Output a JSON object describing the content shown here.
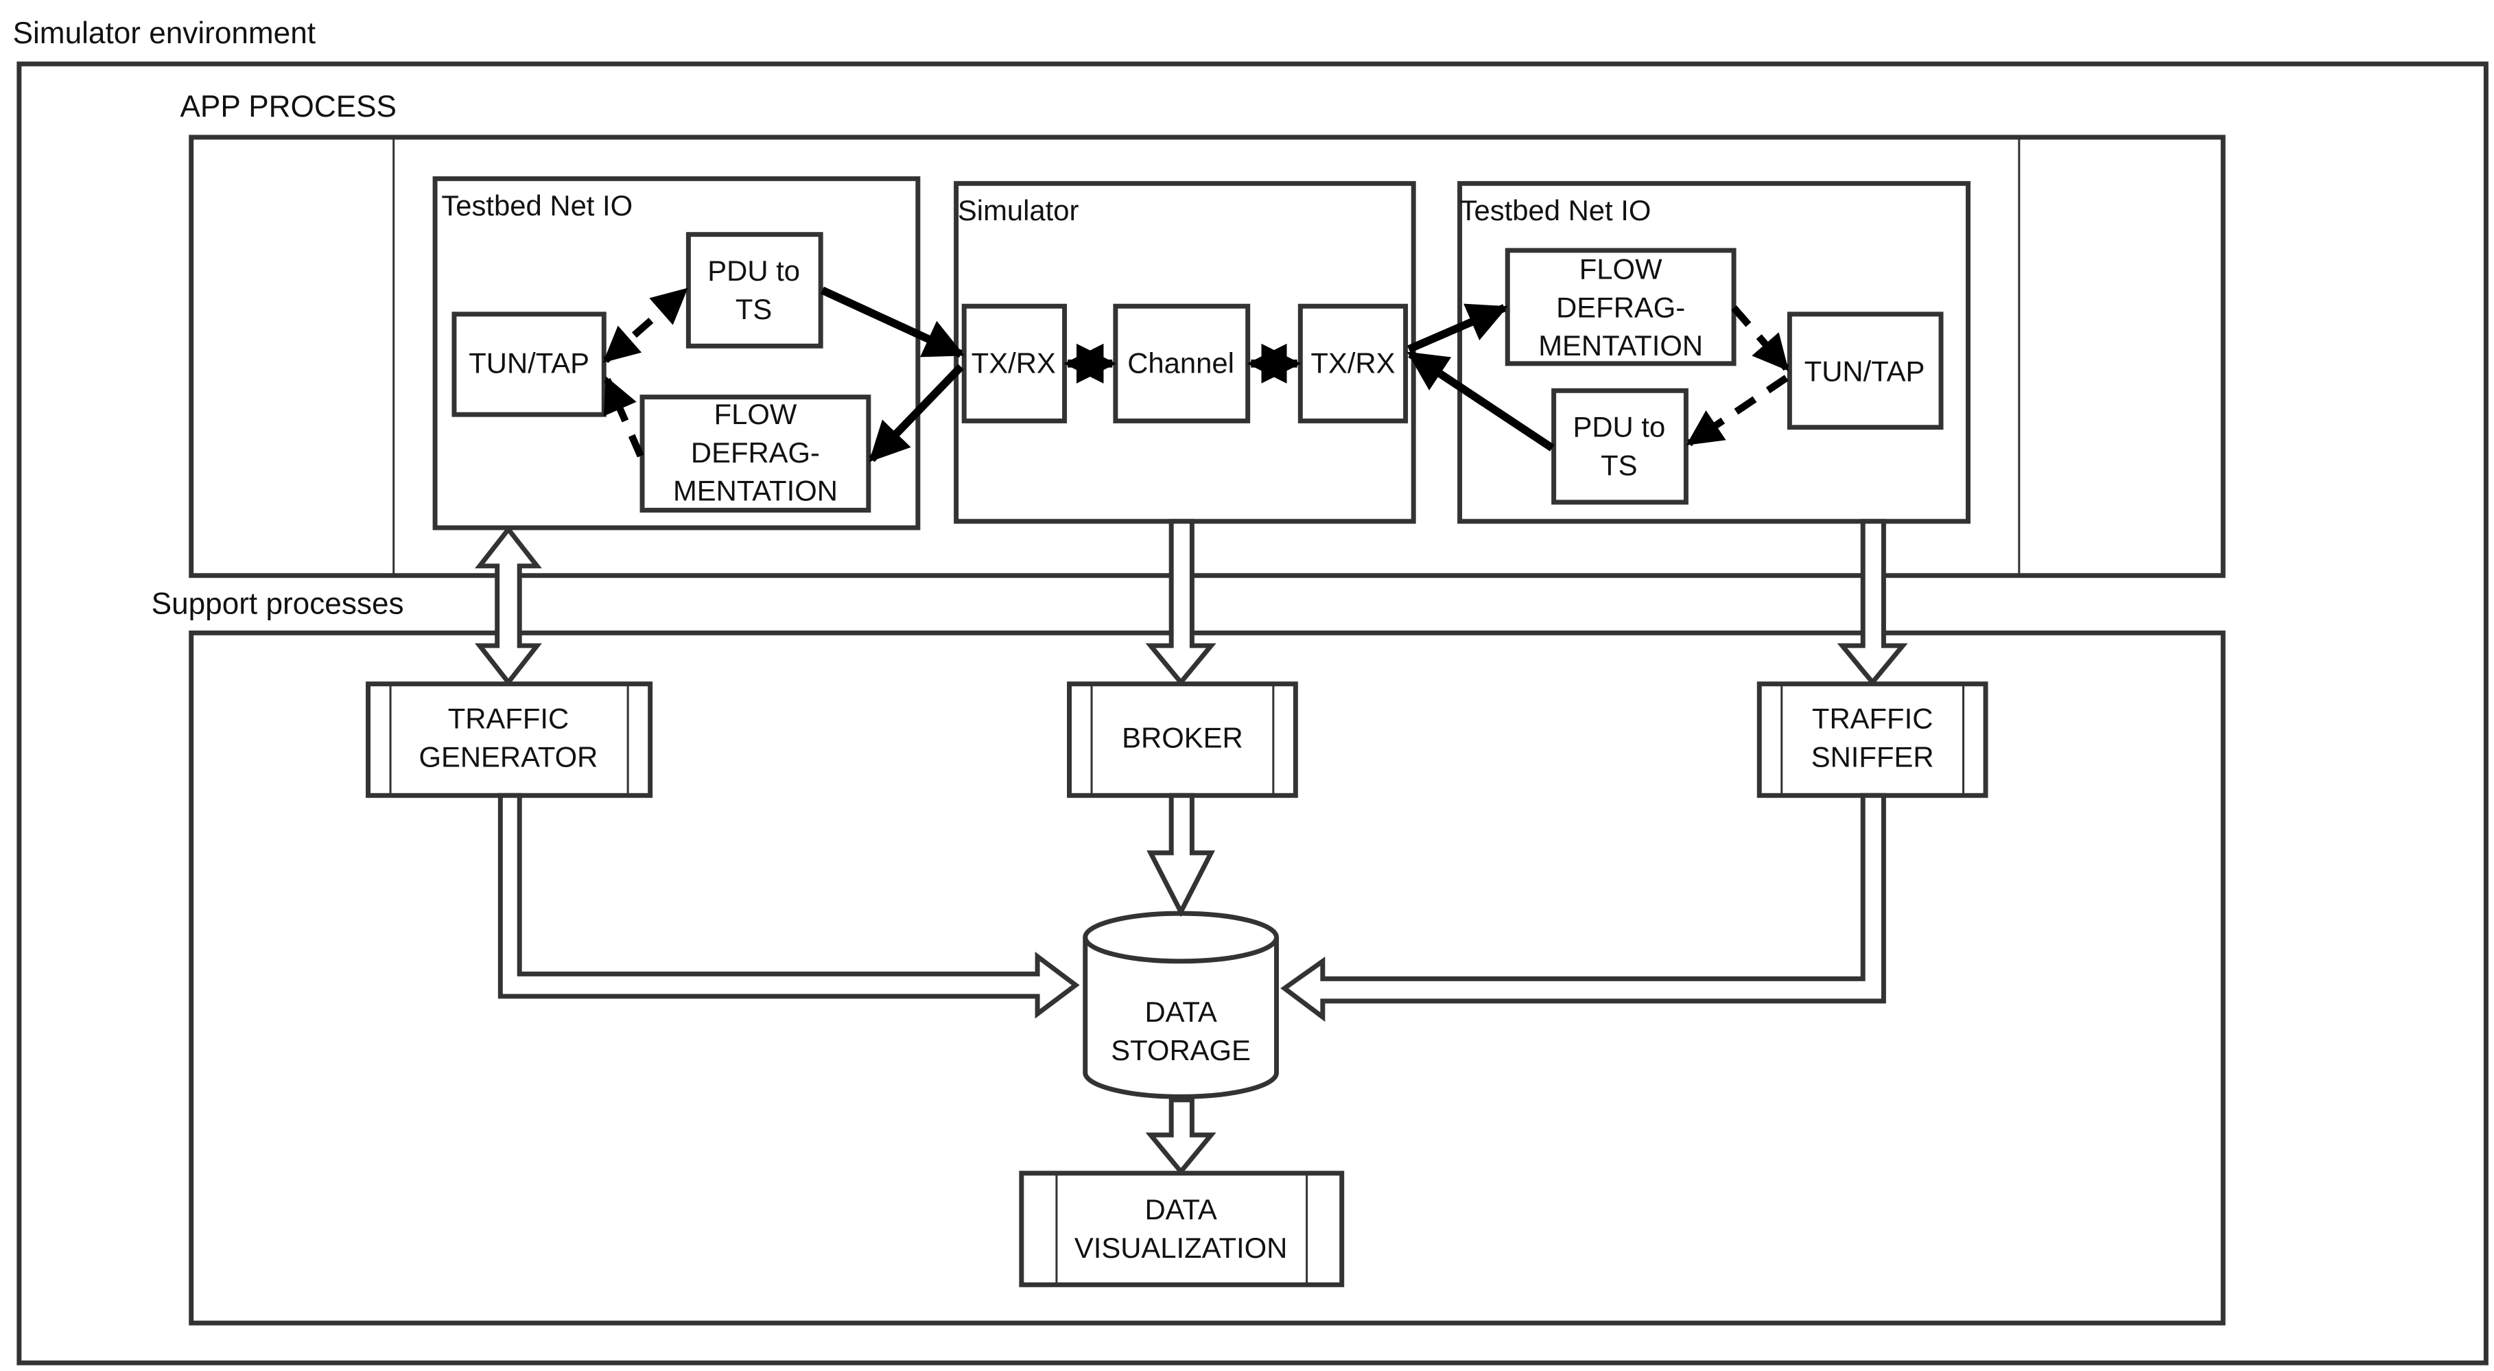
{
  "environment": {
    "title": "Simulator environment"
  },
  "app_process": {
    "title": "APP PROCESS",
    "left_netio": {
      "title": "Testbed Net IO",
      "tuntap": "TUN/TAP",
      "pdu": [
        "PDU to",
        "TS"
      ],
      "flow": [
        "FLOW",
        "DEFRAG-",
        "MENTATION"
      ]
    },
    "simulator": {
      "title": "Simulator",
      "txrx_left": "TX/RX",
      "channel": "Channel",
      "txrx_right": "TX/RX"
    },
    "right_netio": {
      "title": "Testbed Net IO",
      "tuntap": "TUN/TAP",
      "pdu": [
        "PDU to",
        "TS"
      ],
      "flow": [
        "FLOW",
        "DEFRAG-",
        "MENTATION"
      ]
    }
  },
  "support": {
    "title": "Support processes",
    "traffic_generator": [
      "TRAFFIC",
      "GENERATOR"
    ],
    "broker": "BROKER",
    "traffic_sniffer": [
      "TRAFFIC",
      "SNIFFER"
    ],
    "data_storage": [
      "DATA",
      "STORAGE"
    ],
    "data_visualization": [
      "DATA",
      "VISUALIZATION"
    ]
  }
}
